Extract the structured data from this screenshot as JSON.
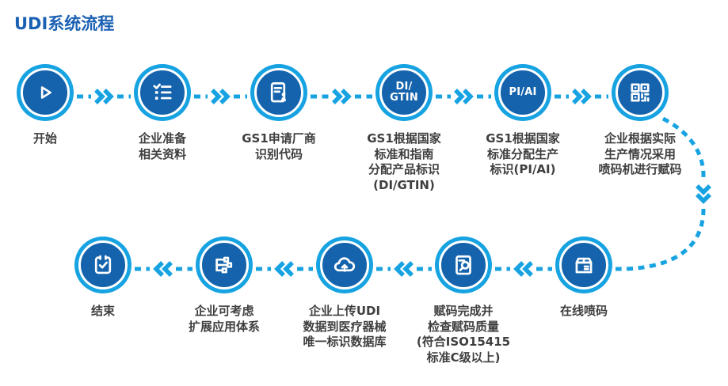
{
  "title": "UDI系统流程",
  "colors": {
    "light_blue": "#17A3E2",
    "dark_blue": "#1463AC",
    "title_blue": "#1B61B3",
    "label_gray": "#3F3F3F"
  },
  "nodes": [
    {
      "id": "start",
      "icon": "play-icon",
      "label": "开始"
    },
    {
      "id": "prepare",
      "icon": "checklist-icon",
      "label": "企业准备\n相关资料"
    },
    {
      "id": "apply-gs1",
      "icon": "document-stamp-icon",
      "label": "GS1申请厂商\n识别代码"
    },
    {
      "id": "di-gtin",
      "icon_text": "DI/\nGTIN",
      "label": "GS1根据国家\n标准和指南\n分配产品标识\n(DI/GTIN)"
    },
    {
      "id": "pi-ai",
      "icon_text": "PI/AI",
      "label": "GS1根据国家\n标准分配生产\n标识(PI/AI)"
    },
    {
      "id": "inkjet-marking",
      "icon": "qr-code-icon",
      "label": "企业根据实际\n生产情况采用\n喷码机进行赋码"
    },
    {
      "id": "online-marking",
      "icon": "package-icon",
      "label": "在线喷码"
    },
    {
      "id": "quality-check",
      "icon": "inspect-icon",
      "label": "赋码完成并\n检查赋码质量\n(符合ISO15415\n标准C级以上)"
    },
    {
      "id": "upload-database",
      "icon": "cloud-upload-icon",
      "label": "企业上传UDI\n数据到医疗器械\n唯一标识数据库"
    },
    {
      "id": "extend-apps",
      "icon": "network-icon",
      "label": "企业可考虑\n扩展应用体系"
    },
    {
      "id": "end",
      "icon": "calendar-check-icon",
      "label": "结束"
    }
  ]
}
